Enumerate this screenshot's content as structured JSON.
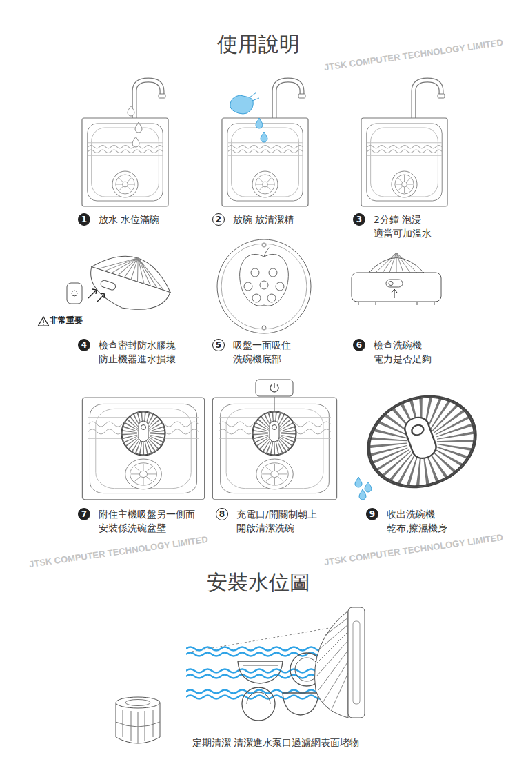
{
  "diagram": {
    "title": "使用說明",
    "caption": "定期清潔 清潔進水泵口過濾網表面堵物",
    "nodes": [
      {
        "text": [
          "1",
          "放水 水位滿碗"
        ]
      },
      {
        "text": [
          "2",
          "放碗 放清潔精"
        ]
      },
      {
        "text": [
          "3",
          "2分鐘 泡浸 適當可加溫水"
        ]
      },
      {
        "text": [
          "4",
          "檢查密封防水膠塊 防止機器進水損壞"
        ]
      },
      {
        "text": [
          "5",
          "吸盤一面吸住 洗碗機底部"
        ]
      },
      {
        "text": [
          "6",
          "檢查洗碗機 電力是否足夠"
        ]
      },
      {
        "text": [
          "7",
          "附住主機吸盤另一側面 安裝係洗碗盆壁"
        ]
      },
      {
        "text": [
          "8",
          "充電口/開關制朝上 開啟清潔洗碗"
        ]
      },
      {
        "text": [
          "9",
          "收出洗碗機 乾布,擦濕機身"
        ]
      }
    ],
    "labels": [
      "非常重要",
      "安裝水位圖",
      "JTSK COMPUTER TECHNOLOGY LIMITED",
      "JTSK COMPUTER TECHNOLOGY LIMITED",
      "JTSK COMPUTER TECHNOLOGY LIMITED"
    ]
  }
}
